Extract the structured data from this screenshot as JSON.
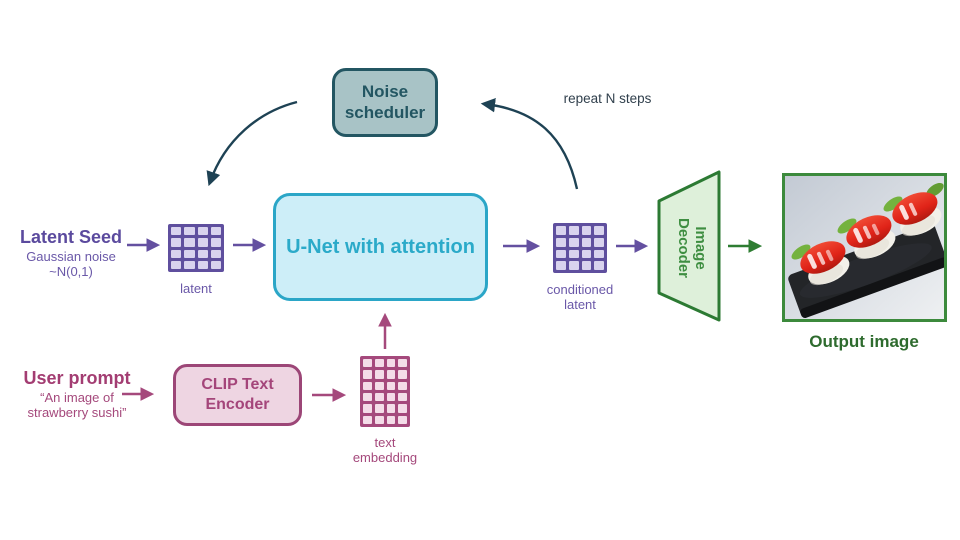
{
  "diagram": {
    "noise_scheduler": {
      "label": "Noise\nscheduler"
    },
    "repeat_label": "repeat N steps",
    "latent_seed": {
      "title": "Latent Seed",
      "subtitle": "Gaussian noise\n~N(0,1)"
    },
    "latent": {
      "label": "latent",
      "rows": 4,
      "cols": 4
    },
    "unet": {
      "label": "U-Net with attention"
    },
    "conditioned_latent": {
      "label": "conditioned\nlatent",
      "rows": 4,
      "cols": 4
    },
    "image_decoder": {
      "label": "Image\nDecoder"
    },
    "output_image": {
      "label": "Output image"
    },
    "user_prompt": {
      "title": "User prompt",
      "subtitle": "“An image of\nstrawberry sushi”"
    },
    "clip_encoder": {
      "label": "CLIP Text\nEncoder"
    },
    "text_embedding": {
      "label": "text\nembedding",
      "rows": 6,
      "cols": 4
    }
  },
  "colors": {
    "purple": "#5f4f9e",
    "purple_light": "#d9d3ee",
    "rose": "#a5497c",
    "rose_light": "#f4dce8",
    "teal_dark": "#235662",
    "teal_fill": "#a8c3c6",
    "cyan": "#2ba6c7",
    "cyan_fill": "#cdeef8",
    "green": "#2e7d32",
    "green_fill": "#def0da",
    "background": "#ffffff"
  }
}
